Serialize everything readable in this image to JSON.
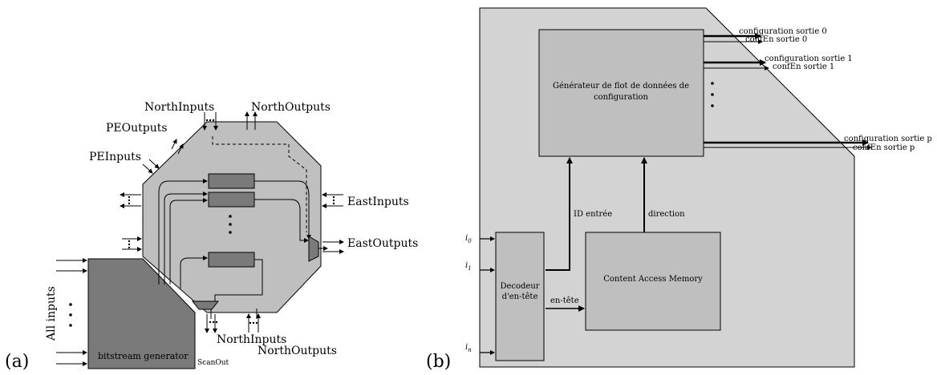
{
  "panel_a": {
    "label": "(a)",
    "north_inputs": "NorthInputs",
    "north_outputs_top": "NorthOutputs",
    "pe_outputs": "PEOutputs",
    "pe_inputs": "PEInputs",
    "east_inputs": "EastInputs",
    "east_outputs": "EastOutputs",
    "north_inputs_bottom": "NorthInputs",
    "north_outputs_bottom": "NorthOutputs",
    "all_inputs": "All inputs",
    "bitstream_generator": "bitstream generator",
    "scan_out": "ScanOut"
  },
  "panel_b": {
    "label": "(b)",
    "generator_line1": "Générateur de flot de données de",
    "generator_line2": "configuration",
    "cam": "Content Access Memory",
    "decoder_line1": "Decodeur",
    "decoder_line2": "d'en-tête",
    "id_entree": "ID entrée",
    "direction": "direction",
    "en_tete": "en-tête",
    "i0": "i",
    "i0_sub": "0",
    "i1": "i",
    "i1_sub": "1",
    "in": "i",
    "in_sub": "n",
    "out_conf_0": "configuration sortie 0",
    "out_en_0": "confEn sortie 0",
    "out_conf_1": "configuration sortie 1",
    "out_en_1": "confEn sortie 1",
    "out_conf_p": "configuration sortie p",
    "out_en_p": "confEn sortie p"
  },
  "colors": {
    "light_gray": "#d3d3d3",
    "mid_gray": "#bfbfbf",
    "dark_gray": "#7a7a7a",
    "stroke": "#000000"
  }
}
